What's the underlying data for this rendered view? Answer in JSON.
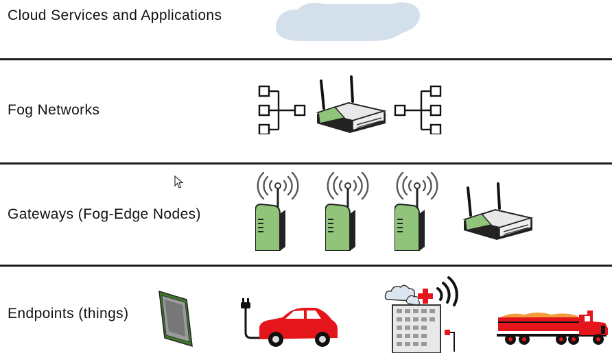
{
  "layers": [
    {
      "label": "Cloud Services and Applications"
    },
    {
      "label": "Fog Networks"
    },
    {
      "label": "Gateways (Fog-Edge Nodes)"
    },
    {
      "label": "Endpoints (things)"
    }
  ],
  "icons": {
    "cloud": "cloud-icon",
    "router": "wireless-router-icon",
    "gateway": "wireless-gateway-icon",
    "chip": "processor-chip-icon",
    "car": "electric-car-icon",
    "hospital": "connected-hospital-icon",
    "truck": "logging-truck-icon"
  },
  "colors": {
    "device_green": "#8fc47a",
    "vehicle_red": "#e4161b",
    "cloud_blue": "#d4dfec",
    "divider": "#1c1c1c"
  }
}
